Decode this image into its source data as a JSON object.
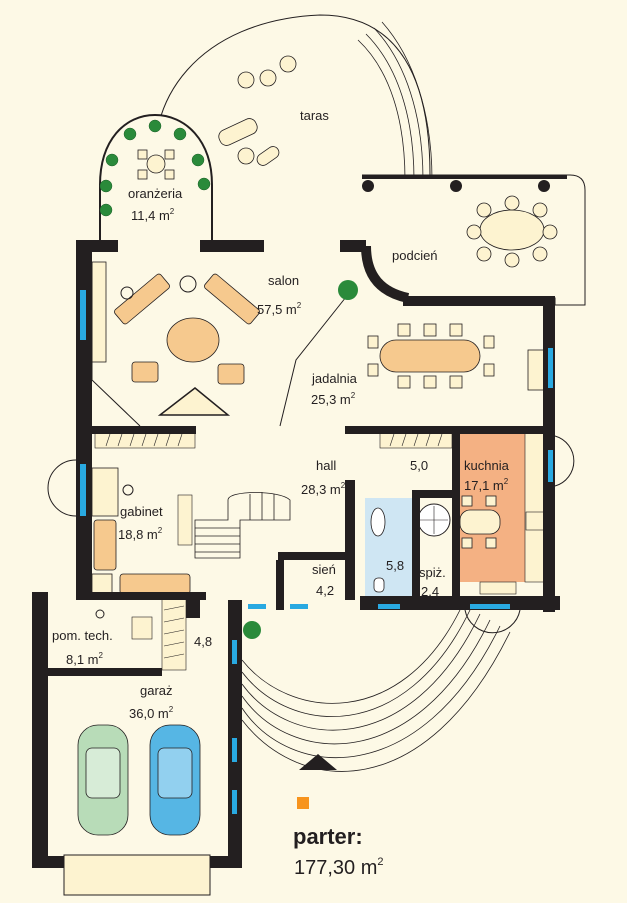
{
  "rooms": {
    "taras": {
      "name": "taras"
    },
    "oranzeria": {
      "name": "oranżeria",
      "area": "11,4 m",
      "sup": "2"
    },
    "salon": {
      "name": "salon",
      "area": "57,5 m",
      "sup": "2"
    },
    "podcien": {
      "name": "podcień"
    },
    "jadalnia": {
      "name": "jadalnia",
      "area": "25,3 m",
      "sup": "2"
    },
    "hall": {
      "name": "hall",
      "area": "28,3 m",
      "sup": "2"
    },
    "kuchnia": {
      "name": "kuchnia",
      "area": "17,1 m",
      "sup": "2"
    },
    "gabinet": {
      "name": "gabinet",
      "area": "18,8 m",
      "sup": "2"
    },
    "sien": {
      "name": "sień",
      "area": "4,2"
    },
    "lazienka": {
      "area": "5,8"
    },
    "korytarz": {
      "area": "5,0"
    },
    "spiz": {
      "name": "spiż.",
      "area": "2,4"
    },
    "pom_tech": {
      "name": "pom. tech.",
      "area": "8,1 m",
      "sup": "2"
    },
    "przejscie": {
      "area": "4,8"
    },
    "garaz": {
      "name": "garaż",
      "area": "36,0 m",
      "sup": "2"
    }
  },
  "summary": {
    "level": "parter:",
    "total_area": "177,30 m",
    "total_sup": "2"
  },
  "colors": {
    "background": "#fdf9e6",
    "wall": "#231f20",
    "kitchen_fill": "#f4b183",
    "bath_fill": "#cfe6f3",
    "window": "#29a9e1",
    "furniture": "#f6c98e",
    "marker": "#f7941d"
  }
}
